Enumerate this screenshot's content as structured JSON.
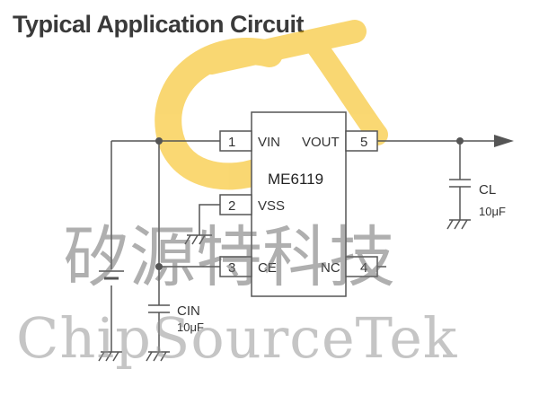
{
  "title": "Typical Application Circuit",
  "chip": {
    "name": "ME6119",
    "pins": [
      {
        "num": "1",
        "label": "VIN"
      },
      {
        "num": "2",
        "label": "VSS"
      },
      {
        "num": "3",
        "label": "CE"
      },
      {
        "num": "4",
        "label": "NC"
      },
      {
        "num": "5",
        "label": "VOUT"
      }
    ]
  },
  "components": {
    "cl": {
      "name": "CL",
      "value": "10μF"
    },
    "cin": {
      "name": "CIN",
      "value": "10μF"
    }
  },
  "watermark": {
    "chinese": "矽源特科技",
    "english": "ChipSourceTek",
    "logo_color": "#f5b800"
  }
}
